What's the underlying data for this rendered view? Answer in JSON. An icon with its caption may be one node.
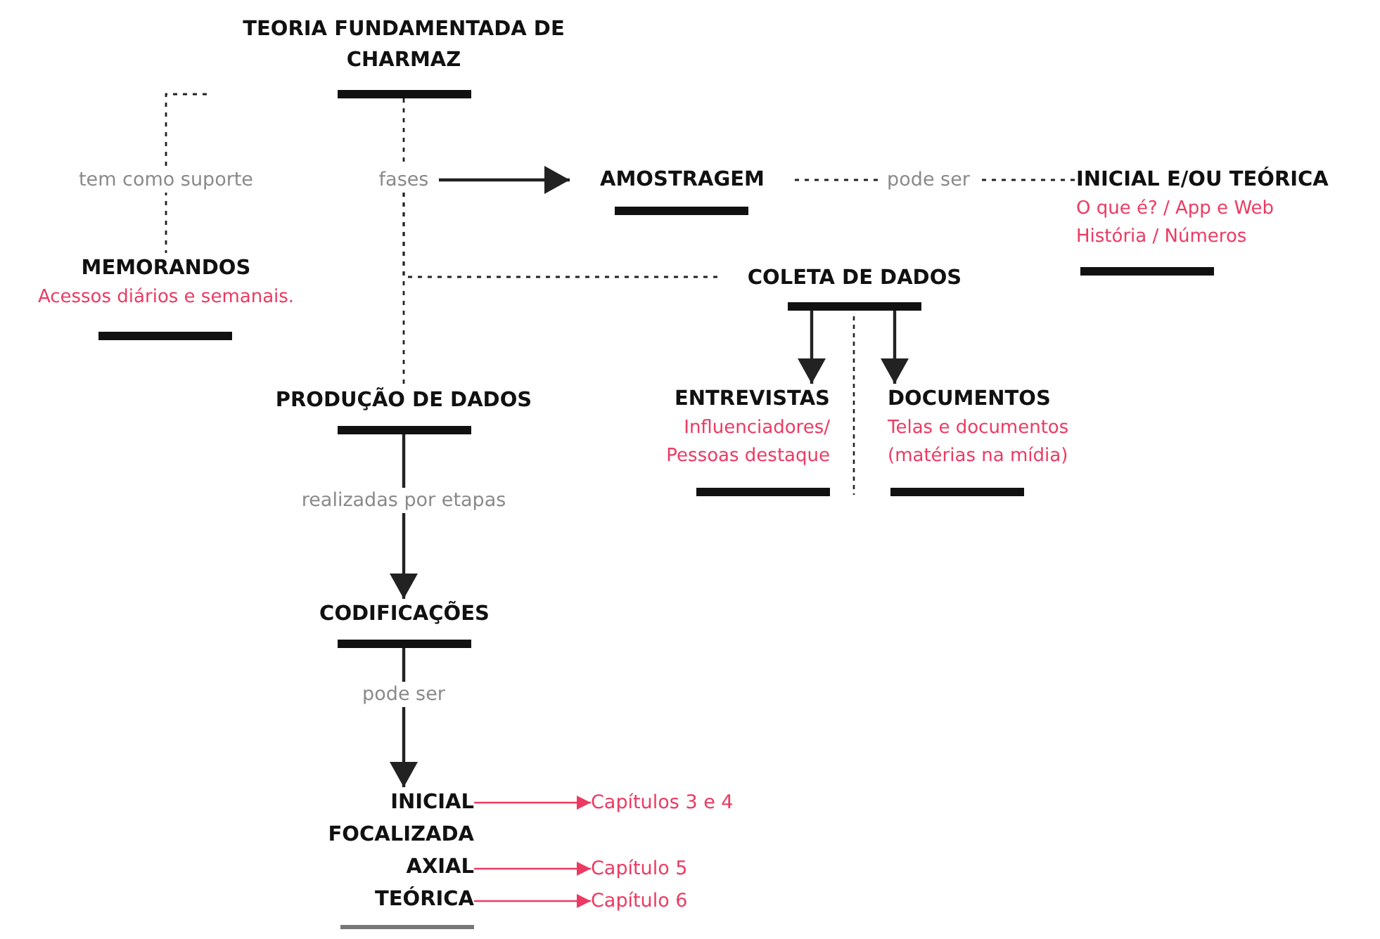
{
  "diagram": {
    "nodes": [
      {
        "text": [
          "TEORIA FUNDAMENTADA DE CHARMAZ"
        ]
      },
      {
        "text": [
          "fases"
        ]
      },
      {
        "text": [
          "MEMORANDOS",
          "Acessos diários e semanais."
        ]
      },
      {
        "text": [
          "AMOSTRAGEM"
        ]
      },
      {
        "text": [
          "INICIAL E/OU TEÓRICA",
          "O que é? / App e Web",
          "História / Números"
        ]
      },
      {
        "text": [
          "COLETA DE DADOS"
        ]
      },
      {
        "text": [
          "ENTREVISTAS",
          "Influenciadores/",
          "Pessoas destaque"
        ]
      },
      {
        "text": [
          "DOCUMENTOS",
          "Telas e documentos",
          "(matérias na mídia)"
        ]
      },
      {
        "text": [
          "PRODUÇÃO DE DADOS"
        ]
      },
      {
        "text": [
          "CODIFICAÇÕES"
        ]
      },
      {
        "text": [
          "INICIAL",
          "FOCALIZADA",
          "AXIAL",
          "TEÓRICA"
        ]
      },
      {
        "text": [
          "Capítulos 3 e 4"
        ]
      },
      {
        "text": [
          "Capítulo 5"
        ]
      },
      {
        "text": [
          "Capítulo 6"
        ]
      }
    ],
    "edges": [
      {
        "from": 0,
        "to": 2,
        "arrow": "none",
        "style": "dashed",
        "label": "tem como suporte"
      },
      {
        "from": 0,
        "to": 1,
        "arrow": "none",
        "style": "dashed"
      },
      {
        "from": 1,
        "to": 3,
        "arrow": "to"
      },
      {
        "from": 1,
        "to": 8,
        "arrow": "none",
        "style": "dashed"
      },
      {
        "from": 1,
        "to": 5,
        "arrow": "none",
        "style": "dashed"
      },
      {
        "from": 3,
        "to": 4,
        "arrow": "none",
        "style": "dashed",
        "label": "pode ser"
      },
      {
        "from": 5,
        "to": 6,
        "arrow": "to"
      },
      {
        "from": 5,
        "to": 7,
        "arrow": "to"
      },
      {
        "from": 8,
        "to": 9,
        "arrow": "to",
        "label": "realizadas por etapas"
      },
      {
        "from": 9,
        "to": 10,
        "arrow": "to",
        "label": "pode ser"
      },
      {
        "from": 10,
        "to": 11,
        "arrow": "to",
        "color": "#ec3a62"
      },
      {
        "from": 10,
        "to": 12,
        "arrow": "to",
        "color": "#ec3a62"
      },
      {
        "from": 10,
        "to": 13,
        "arrow": "to",
        "color": "#ec3a62"
      }
    ]
  }
}
